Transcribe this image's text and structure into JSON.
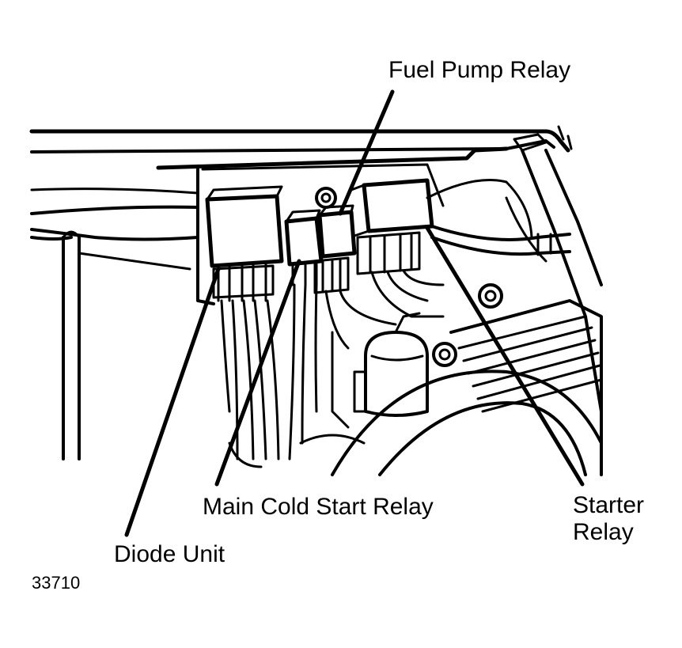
{
  "labels": {
    "fuel_pump_relay": "Fuel Pump Relay",
    "main_cold_start_relay": "Main Cold Start Relay",
    "starter_relay_line1": "Starter",
    "starter_relay_line2": "Relay",
    "diode_unit": "Diode Unit"
  },
  "figure_number": "33710",
  "colors": {
    "ink": "#000000",
    "paper": "#ffffff"
  }
}
